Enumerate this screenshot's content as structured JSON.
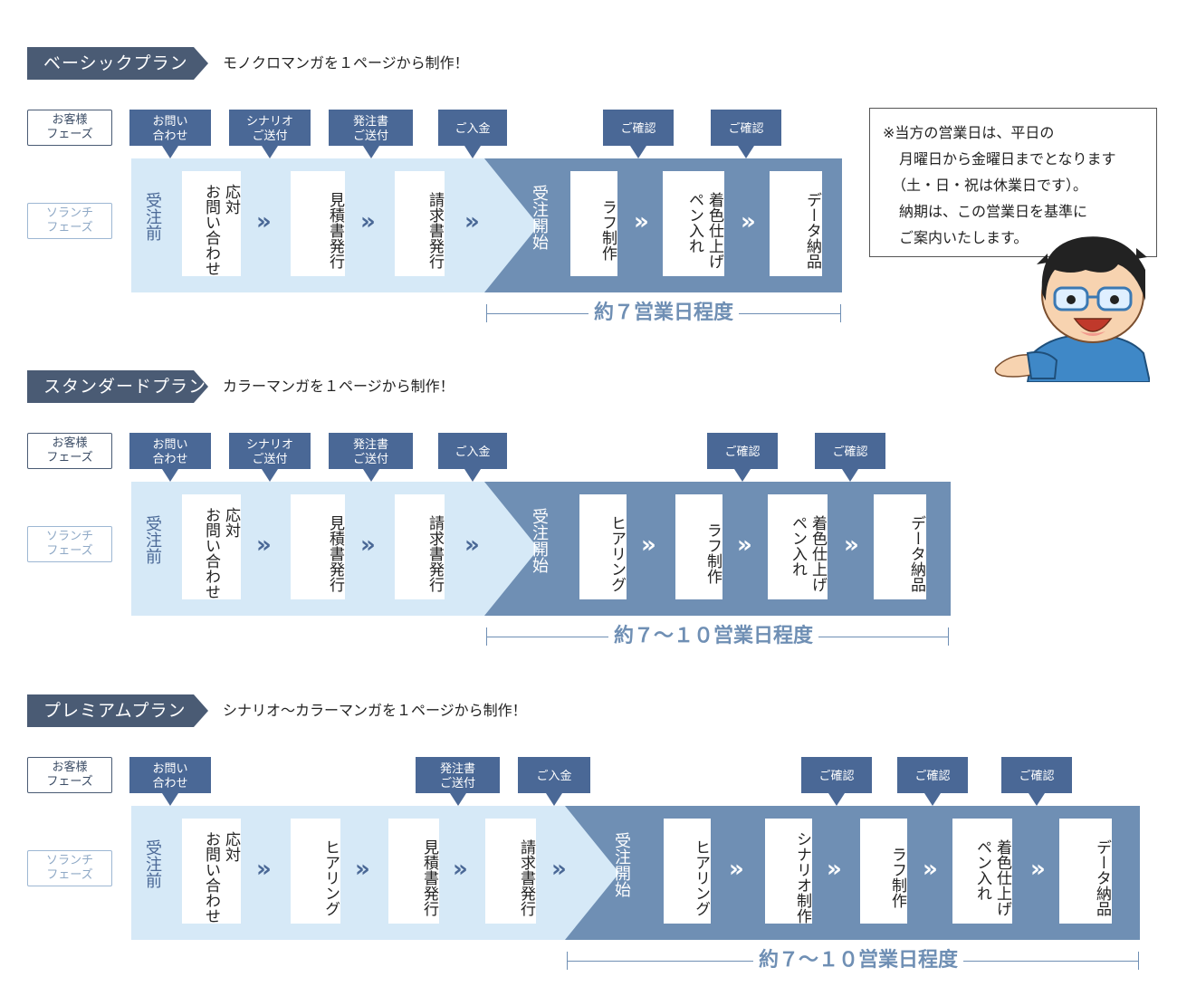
{
  "phase_labels": {
    "customer": "お客様\nフェーズ",
    "solanchi": "ソランチ\nフェーズ"
  },
  "pre_label": "受注前",
  "start_label": "受注開始",
  "plans": [
    {
      "name": "ベーシックプラン",
      "desc": "モノクロマンガを１ページから制作！",
      "bubbles": [
        "お問い\n合わせ",
        "シナリオ\nご送付",
        "発注書\nご送付",
        "ご入金",
        "ご確認",
        "ご確認"
      ],
      "steps": [
        "応対\nお問い合わせ",
        "見積書発行",
        "請求書発行",
        "ラフ制作",
        "着色仕上げ\nペン入れ",
        "データ納品"
      ],
      "duration": "約７営業日程度"
    },
    {
      "name": "スタンダードプラン",
      "desc": "カラーマンガを１ページから制作！",
      "bubbles": [
        "お問い\n合わせ",
        "シナリオ\nご送付",
        "発注書\nご送付",
        "ご入金",
        "ご確認",
        "ご確認"
      ],
      "steps": [
        "応対\nお問い合わせ",
        "見積書発行",
        "請求書発行",
        "ヒアリング",
        "ラフ制作",
        "着色仕上げ\nペン入れ",
        "データ納品"
      ],
      "duration": "約７〜１０営業日程度"
    },
    {
      "name": "プレミアムプラン",
      "desc": "シナリオ〜カラーマンガを１ページから制作！",
      "bubbles": [
        "お問い\n合わせ",
        "発注書\nご送付",
        "ご入金",
        "ご確認",
        "ご確認",
        "ご確認"
      ],
      "steps": [
        "応対\nお問い合わせ",
        "ヒアリング",
        "見積書発行",
        "請求書発行",
        "ヒアリング",
        "シナリオ制作",
        "ラフ制作",
        "着色仕上げ\nペン入れ",
        "データ納品"
      ],
      "duration": "約７〜１０営業日程度"
    }
  ],
  "note": {
    "lines": [
      "※当方の営業日は、平日の",
      "月曜日から金曜日までとなります",
      "（土・日・祝は休業日です）。",
      "納期は、この営業日を基準に",
      "ご案内いたします。"
    ]
  },
  "colors": {
    "light_band": "#d6e9f7",
    "dark_band": "#6f8fb4",
    "navy": "#4a5b74",
    "bubble": "#4a6896"
  }
}
